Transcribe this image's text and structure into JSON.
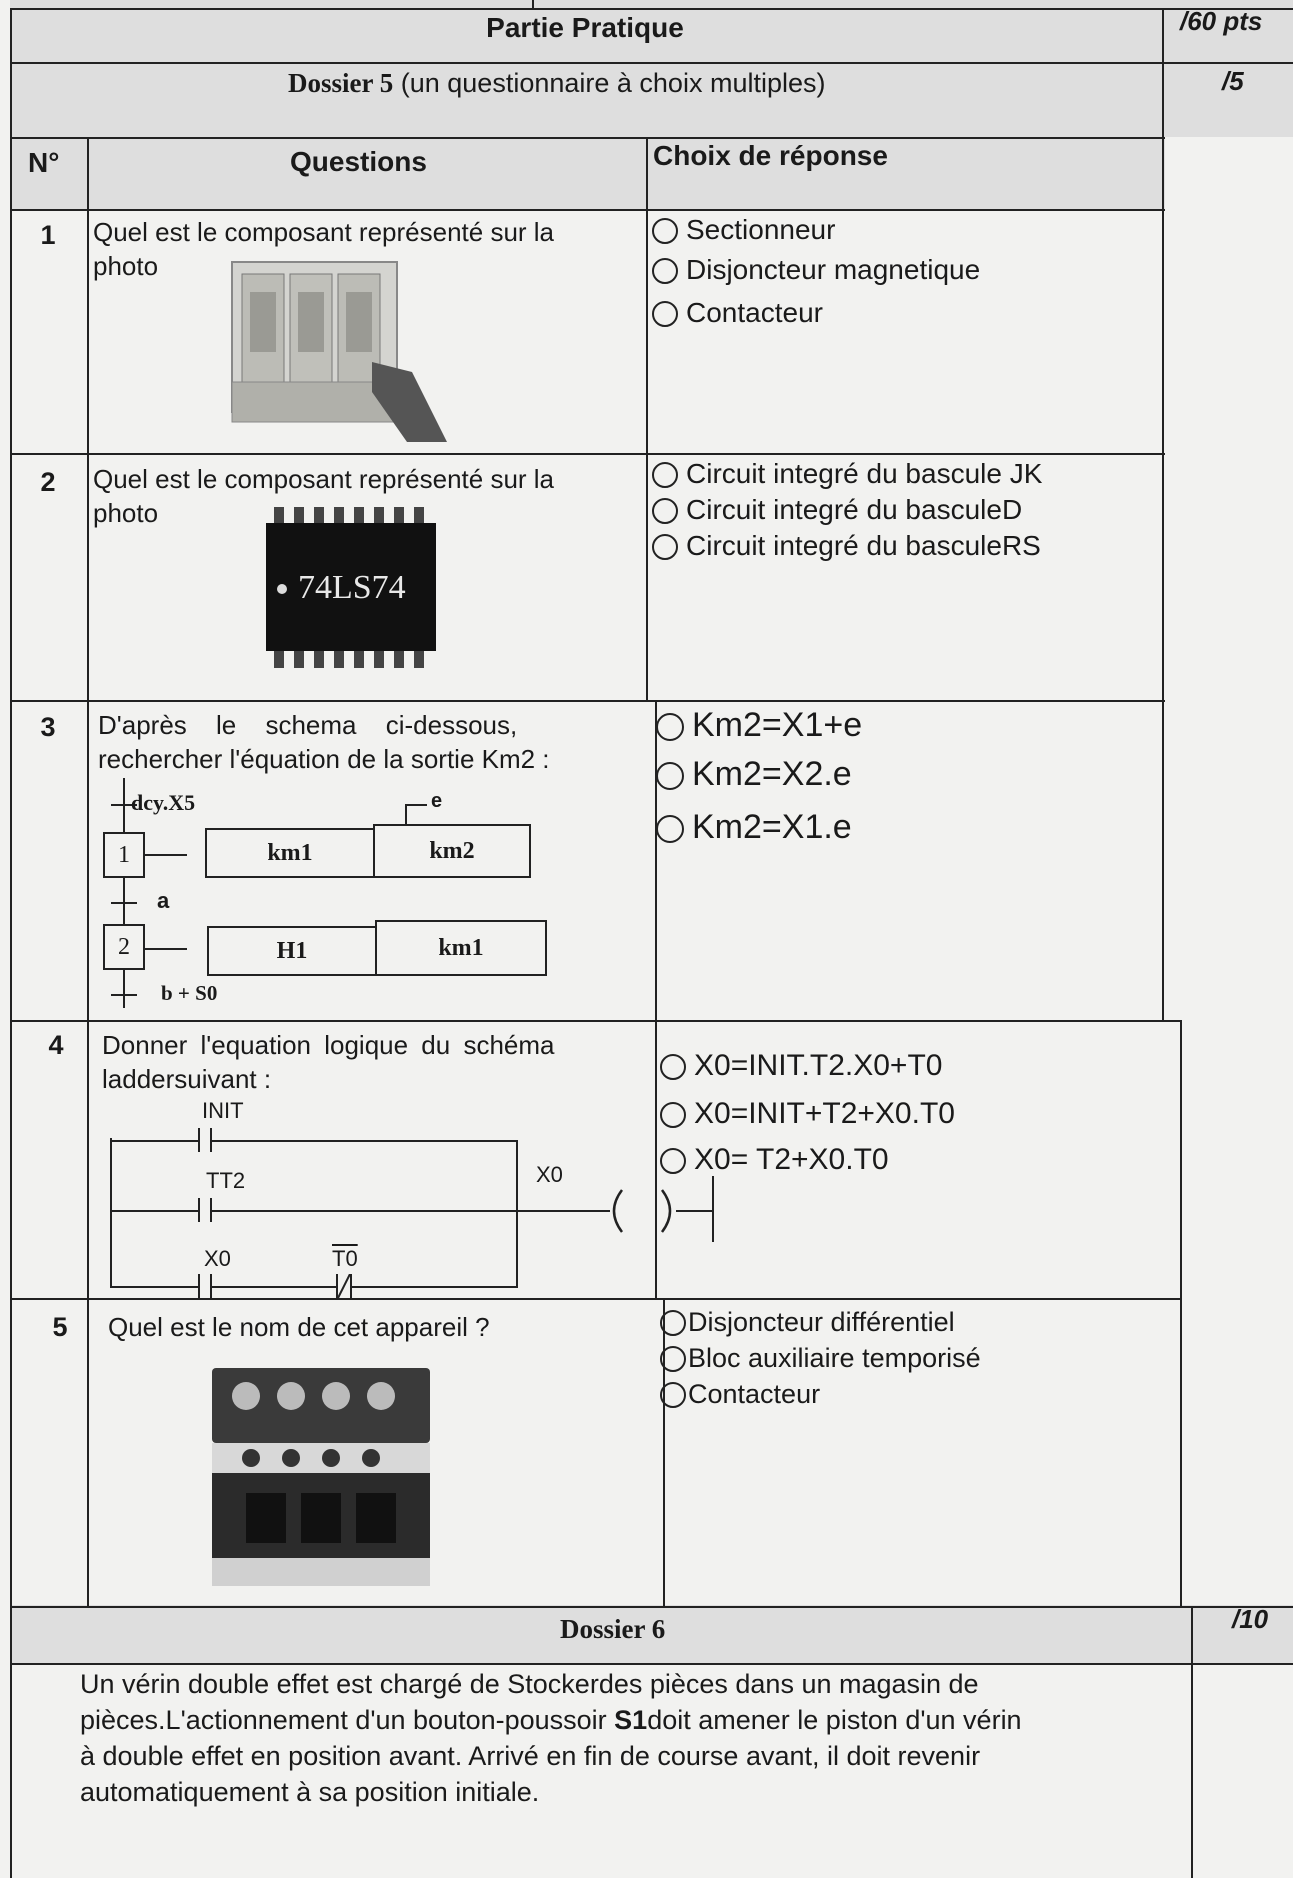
{
  "header": {
    "title": "Partie Pratique",
    "points": "/60 pts"
  },
  "dossier5": {
    "title_bold": "Dossier 5",
    "title_rest": " (un questionnaire à choix multiples)",
    "points": "/5"
  },
  "table_header": {
    "num": "N°",
    "questions": "Questions",
    "choices": "Choix de réponse"
  },
  "questions": [
    {
      "num": "1",
      "text_line1": "Quel est le composant représenté sur la",
      "text_line2": "photo",
      "options": [
        "Sectionneur",
        "Disjoncteur magnetique",
        "Contacteur"
      ]
    },
    {
      "num": "2",
      "text_line1": "Quel est le composant représenté sur la",
      "text_line2": "photo",
      "chip_label": "74LS74",
      "options": [
        "Circuit integré du bascule JK",
        "Circuit integré du basculeD",
        "Circuit integré du basculeRS"
      ]
    },
    {
      "num": "3",
      "text_line1": "D'après le schema ci-dessous,",
      "text_line2": "rechercher l'équation de la sortie Km2 :",
      "grafcet": {
        "top_transition": "dcy.X5",
        "e_label": "e",
        "step1": "1",
        "step1_action1": "km1",
        "step1_action2": "km2",
        "transition_a": "a",
        "step2": "2",
        "step2_action1": "H1",
        "step2_action2": "km1",
        "bottom_transition": "b + S0"
      },
      "options": [
        "Km2=X1+e",
        "Km2=X2.e",
        "Km2=X1.e"
      ]
    },
    {
      "num": "4",
      "text_line1": "Donner l'equation logique du schéma",
      "text_line2": "laddersuivant :",
      "ladder": {
        "init": "INIT",
        "t2": "T2",
        "x0": "X0",
        "t0": "T0",
        "coil": "X0"
      },
      "options": [
        "X0=INIT.T2.X0+T0",
        "X0=INIT+T2+X0.T0",
        "X0= T2+X0.T0"
      ]
    },
    {
      "num": "5",
      "text_line1": "Quel est le nom de cet appareil ?",
      "options": [
        "Disjoncteur différentiel",
        "Bloc auxiliaire temporisé",
        "Contacteur"
      ]
    }
  ],
  "dossier6": {
    "title": "Dossier 6",
    "points": "/10",
    "paragraph_1": "Un vérin double effet est chargé de Stockerdes pièces dans un magasin de",
    "paragraph_2a": "pièces.L'actionnement d'un bouton-poussoir ",
    "paragraph_2b": "S1",
    "paragraph_2c": "doit amener le piston d'un vérin",
    "paragraph_3": "à double effet en position avant. Arrivé en fin de course avant, il doit revenir",
    "paragraph_4": "automatiquement à sa position initiale."
  }
}
